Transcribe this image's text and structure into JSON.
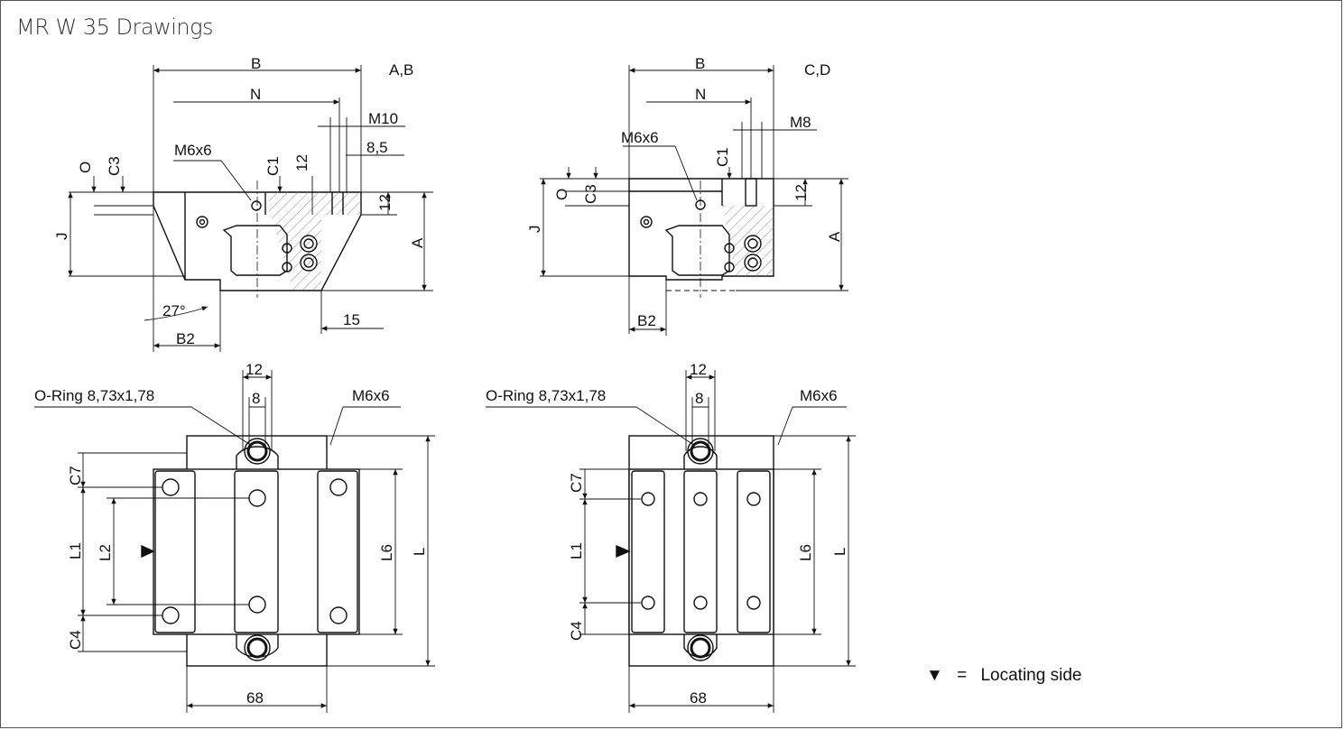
{
  "title": "MR W 35 Drawings",
  "legend": {
    "symbol": "▼",
    "equals": "=",
    "text": "Locating side"
  },
  "labels": {
    "ab": "A,B",
    "cd": "C,D",
    "B": "B",
    "N": "N",
    "M10": "M10",
    "M8": "M8",
    "p85": "8,5",
    "M6x6": "M6x6",
    "O": "O",
    "C3": "C3",
    "C1": "C1",
    "n12": "12",
    "J": "J",
    "A": "A",
    "deg27": "27°",
    "B2": "B2",
    "n15": "15",
    "oring": "O-Ring 8,73x1,78",
    "n8": "8",
    "C7": "C7",
    "L1": "L1",
    "L2": "L2",
    "C4": "C4",
    "L6": "L6",
    "L": "L",
    "n68": "68"
  }
}
